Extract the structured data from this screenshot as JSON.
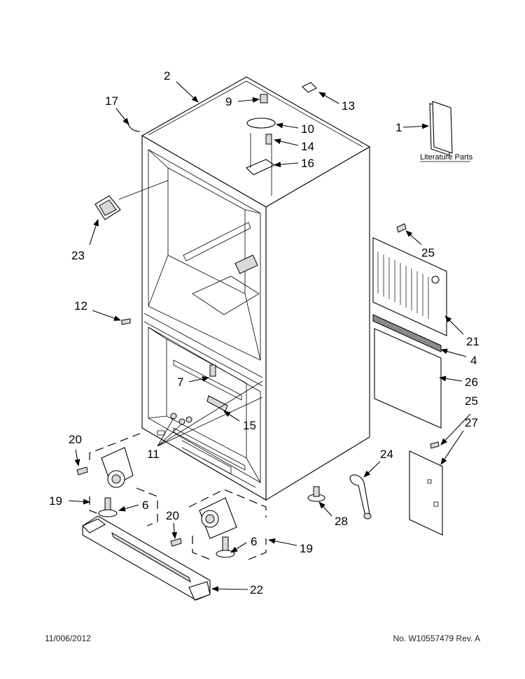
{
  "diagram": {
    "literature_label": "Literature Parts",
    "callouts": [
      {
        "id": "c1",
        "text": "1"
      },
      {
        "id": "c2",
        "text": "2"
      },
      {
        "id": "c4",
        "text": "4"
      },
      {
        "id": "c6a",
        "text": "6"
      },
      {
        "id": "c6b",
        "text": "6"
      },
      {
        "id": "c7",
        "text": "7"
      },
      {
        "id": "c9",
        "text": "9"
      },
      {
        "id": "c10",
        "text": "10"
      },
      {
        "id": "c11",
        "text": "11"
      },
      {
        "id": "c12",
        "text": "12"
      },
      {
        "id": "c13",
        "text": "13"
      },
      {
        "id": "c14",
        "text": "14"
      },
      {
        "id": "c15",
        "text": "15"
      },
      {
        "id": "c16",
        "text": "16"
      },
      {
        "id": "c17",
        "text": "17"
      },
      {
        "id": "c19a",
        "text": "19"
      },
      {
        "id": "c19b",
        "text": "19"
      },
      {
        "id": "c20a",
        "text": "20"
      },
      {
        "id": "c20b",
        "text": "20"
      },
      {
        "id": "c21",
        "text": "21"
      },
      {
        "id": "c22",
        "text": "22"
      },
      {
        "id": "c23",
        "text": "23"
      },
      {
        "id": "c24",
        "text": "24"
      },
      {
        "id": "c25a",
        "text": "25"
      },
      {
        "id": "c25b",
        "text": "25"
      },
      {
        "id": "c26",
        "text": "26"
      },
      {
        "id": "c27",
        "text": "27"
      },
      {
        "id": "c28",
        "text": "28"
      }
    ]
  },
  "footer": {
    "date": "11/006/2012",
    "doc_number": "No. W10557479  Rev. A"
  }
}
